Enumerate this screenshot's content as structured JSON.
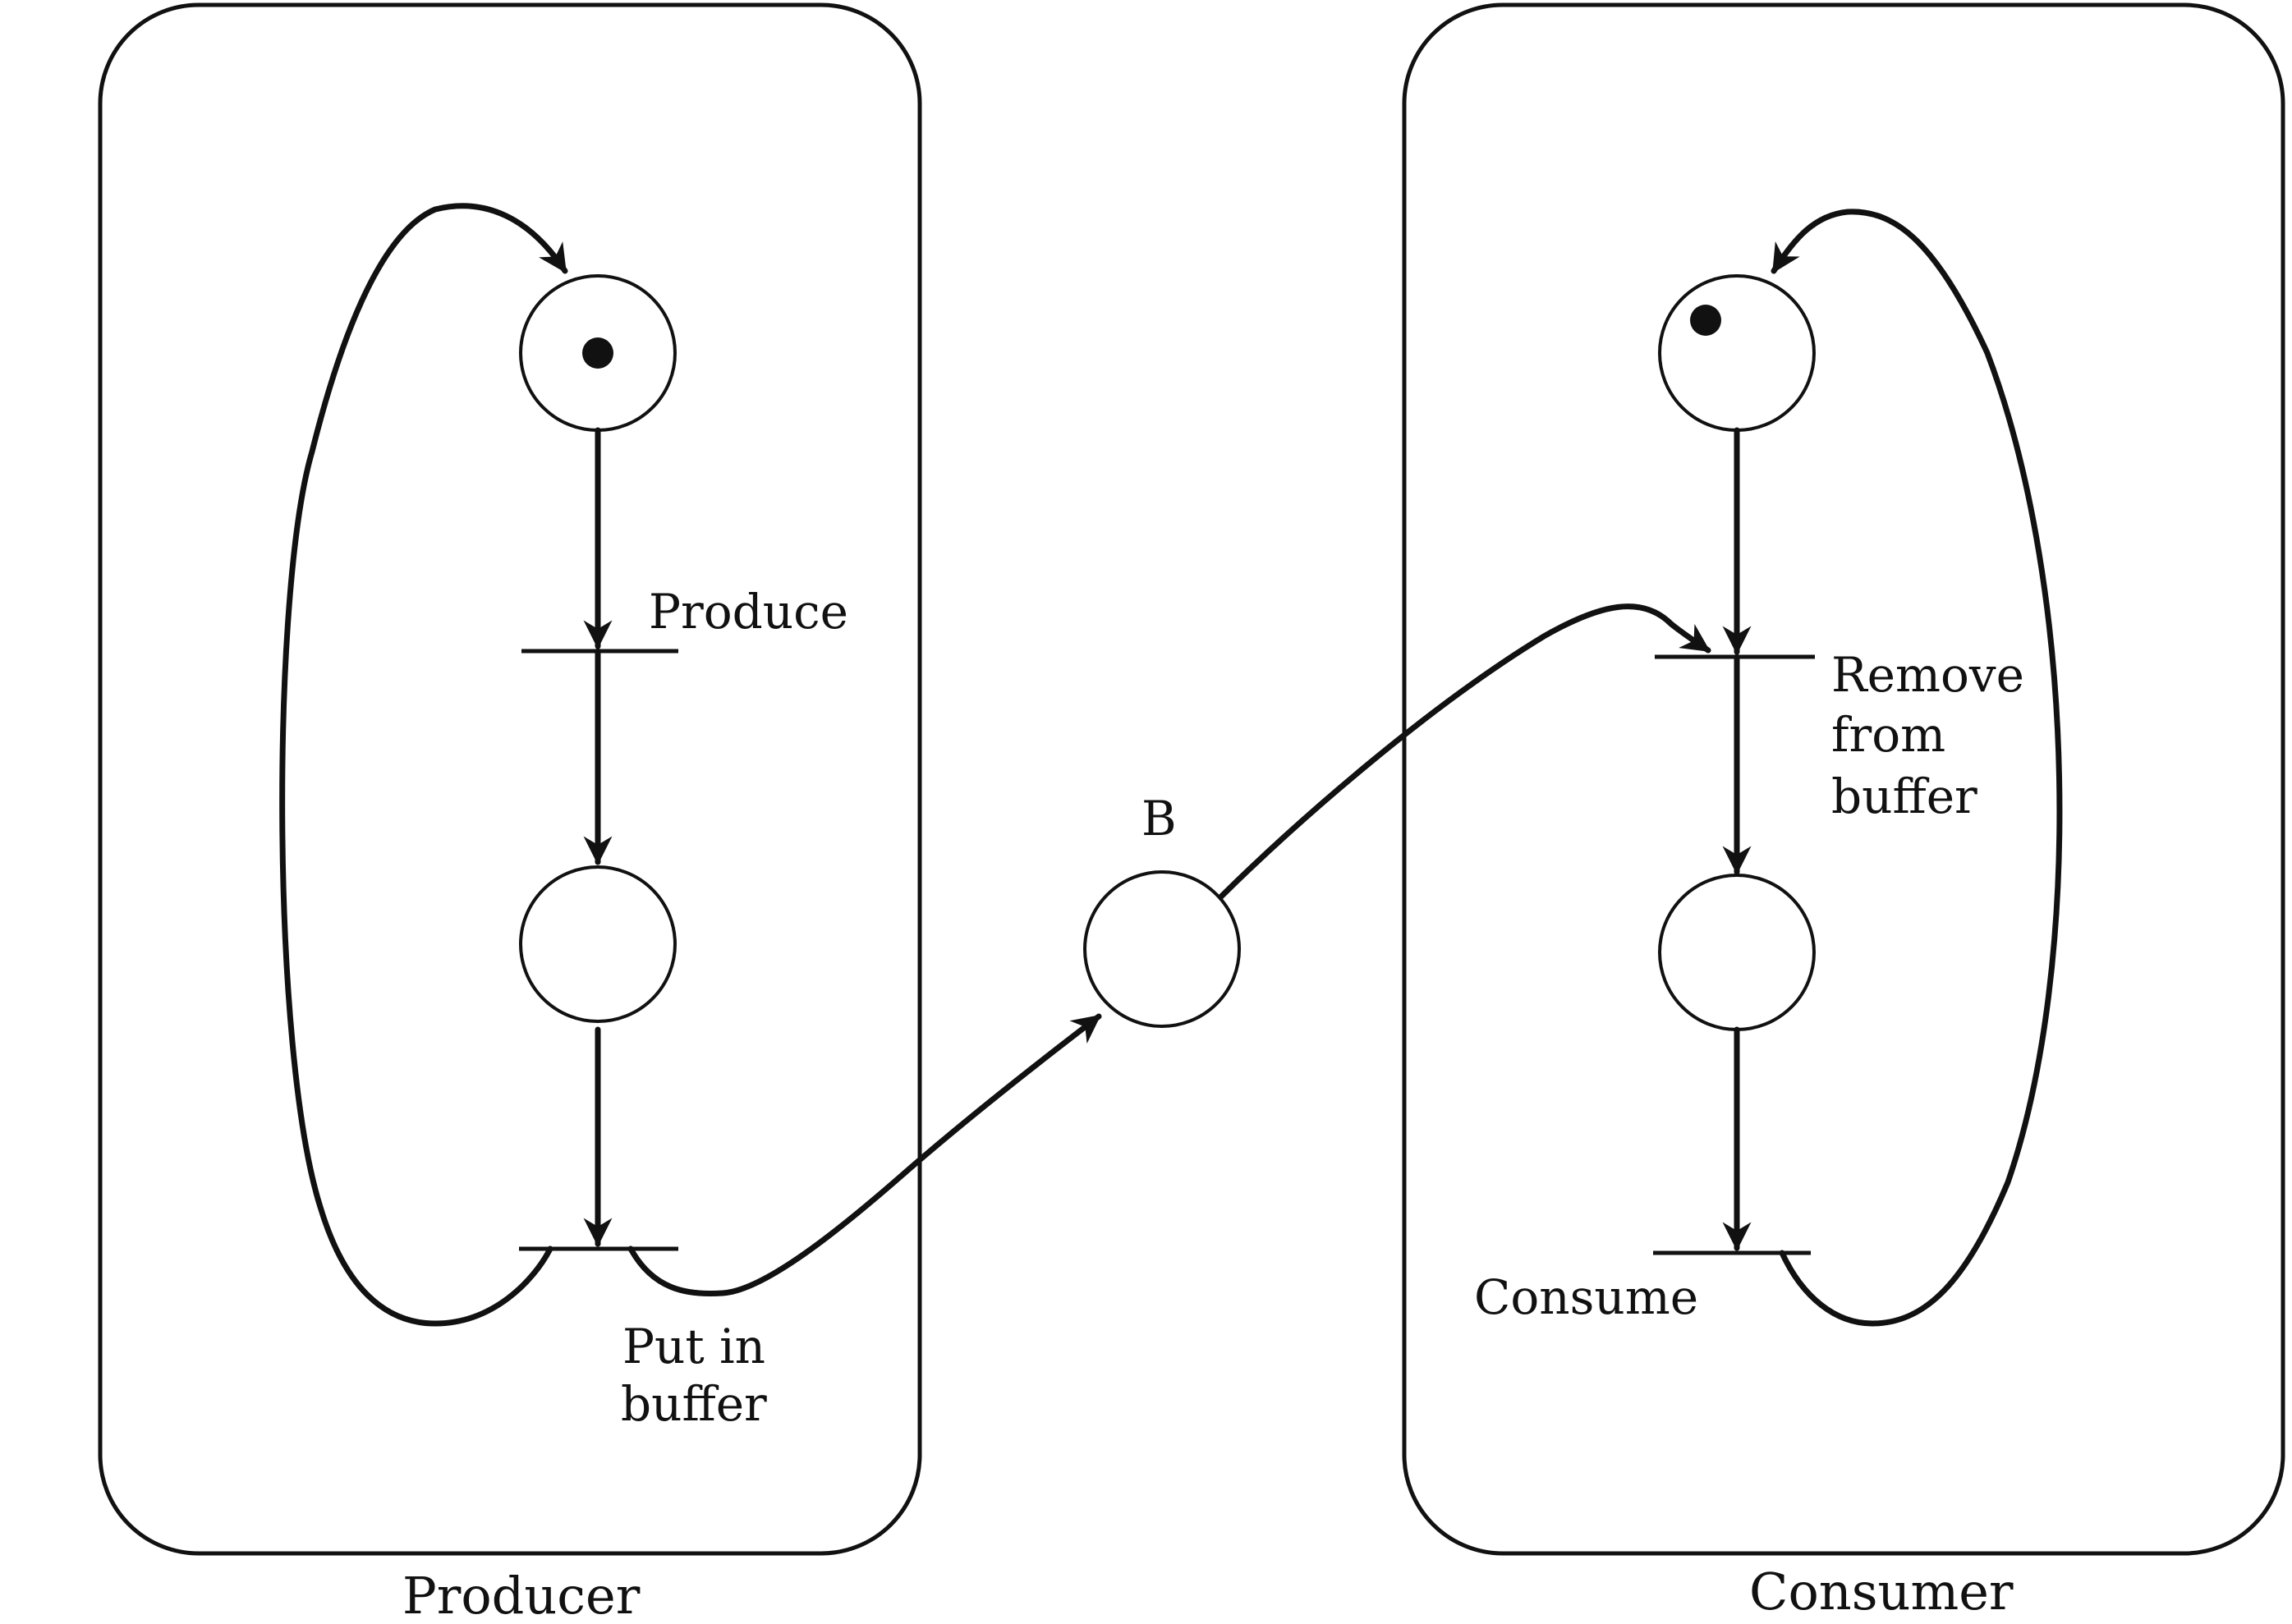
{
  "producer": {
    "caption": "Producer",
    "produce_label": "Produce",
    "put_label_line1": "Put in",
    "put_label_line2": "buffer"
  },
  "consumer": {
    "caption": "Consumer",
    "remove_label_line1": "Remove",
    "remove_label_line2": "from",
    "remove_label_line3": "buffer",
    "consume_label": "Consume"
  },
  "buffer": {
    "label": "B"
  },
  "tokens": {
    "producer_start": 1,
    "consumer_start": 1
  },
  "colors": {
    "ink": "#111111",
    "background": "#ffffff"
  }
}
